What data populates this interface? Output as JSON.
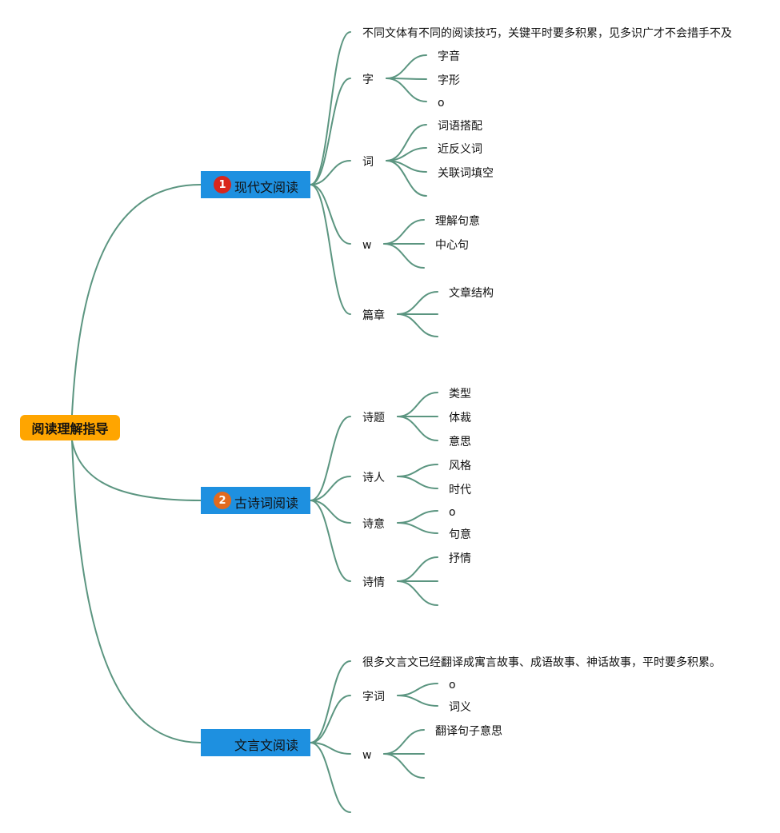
{
  "root": "阅读理解指导",
  "colors": {
    "link": "#5b9580",
    "root_bg": "#ffa500",
    "branch_bg": "#1e90e0",
    "badge1": "#d9261c",
    "badge2": "#e26a1e"
  },
  "branches": [
    {
      "label": "现代文阅读",
      "badge": "1",
      "children": [
        {
          "label": "不同文体有不同的阅读技巧，关键平时要多积累，见多识广才不会措手不及",
          "leaves": []
        },
        {
          "label": "字",
          "leaves": [
            "字音",
            "字形",
            "o"
          ]
        },
        {
          "label": "词",
          "leaves": [
            "词语搭配",
            "近反义词",
            "关联词填空",
            ""
          ]
        },
        {
          "label": "w",
          "leaves": [
            "理解句意",
            "中心句",
            ""
          ]
        },
        {
          "label": "篇章",
          "leaves": [
            "文章结构",
            "",
            ""
          ]
        }
      ]
    },
    {
      "label": "古诗词阅读",
      "badge": "2",
      "children": [
        {
          "label": "诗题",
          "leaves": [
            "类型",
            "体裁",
            "意思"
          ]
        },
        {
          "label": "诗人",
          "leaves": [
            "风格",
            "时代"
          ]
        },
        {
          "label": "诗意",
          "leaves": [
            "o",
            "句意"
          ]
        },
        {
          "label": "诗情",
          "leaves": [
            "抒情",
            "",
            ""
          ]
        }
      ]
    },
    {
      "label": "文言文阅读",
      "badge": "",
      "children": [
        {
          "label": "很多文言文已经翻译成寓言故事、成语故事、神话故事，平时要多积累。",
          "leaves": []
        },
        {
          "label": "字词",
          "leaves": [
            "o",
            "词义"
          ]
        },
        {
          "label": "w",
          "leaves": [
            "翻译句子意思",
            "",
            ""
          ]
        },
        {
          "label": "",
          "leaves": []
        }
      ]
    }
  ]
}
